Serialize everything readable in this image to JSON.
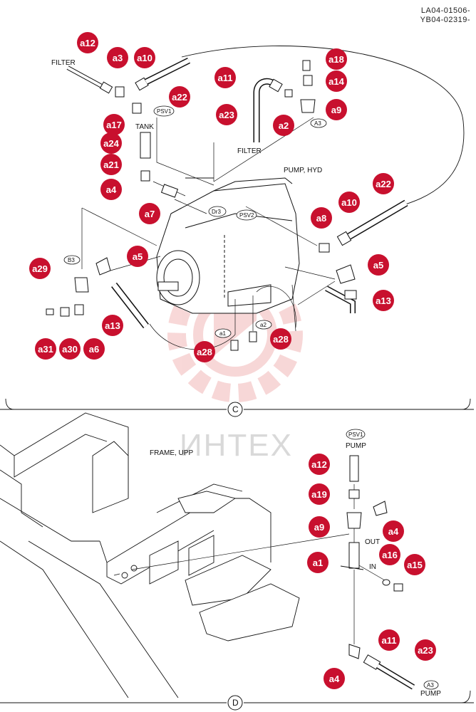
{
  "doc_codes": [
    "LA04-01506-",
    "YB04-02319-"
  ],
  "watermark": "ИНТЕХ",
  "sections": [
    {
      "id": "C",
      "label": "C"
    },
    {
      "id": "D",
      "label": "D"
    }
  ],
  "labels": {
    "filter_top": "FILTER",
    "tank": "TANK",
    "filter_mid": "FILTER",
    "pump_hyd": "PUMP, HYD",
    "frame_upp": "FRAME, UPP",
    "pump_d": "PUMP",
    "out": "OUT",
    "in": "IN",
    "pump_d_bottom": "PUMP"
  },
  "ovals": {
    "psv1_c": "PSV1",
    "a3_c": "A3",
    "dr3": "Dr3",
    "psv2": "PSV2",
    "b3": "B3",
    "a1": "a1",
    "a2": "a2",
    "psv1_d": "PSV1",
    "a3_d": "A3"
  },
  "callouts": {
    "c_a12": "a12",
    "c_a3": "a3",
    "c_a10": "a10",
    "c_a22": "a22",
    "c_a18": "a18",
    "c_a11": "a11",
    "c_a14": "a14",
    "c_a9": "a9",
    "c_a17": "a17",
    "c_a23": "a23",
    "c_a2": "a2",
    "c_a24": "a24",
    "c_a21": "a21",
    "c_a4": "a4",
    "c_a7": "a7",
    "c_a22b": "a22",
    "c_a10b": "a10",
    "c_a8": "a8",
    "c_a29": "a29",
    "c_a5": "a5",
    "c_a5b": "a5",
    "c_a13": "a13",
    "c_a13b": "a13",
    "c_a31": "a31",
    "c_a30": "a30",
    "c_a6": "a6",
    "c_a28": "a28",
    "c_a28b": "a28",
    "d_a12": "a12",
    "d_a19": "a19",
    "d_a9": "a9",
    "d_a4": "a4",
    "d_a16": "a16",
    "d_a1": "a1",
    "d_a15": "a15",
    "d_a11": "a11",
    "d_a23": "a23",
    "d_a4b": "a4"
  },
  "colors": {
    "callout_fill": "#c8102e",
    "line": "#111111",
    "watermark": "#f2b8b8"
  }
}
